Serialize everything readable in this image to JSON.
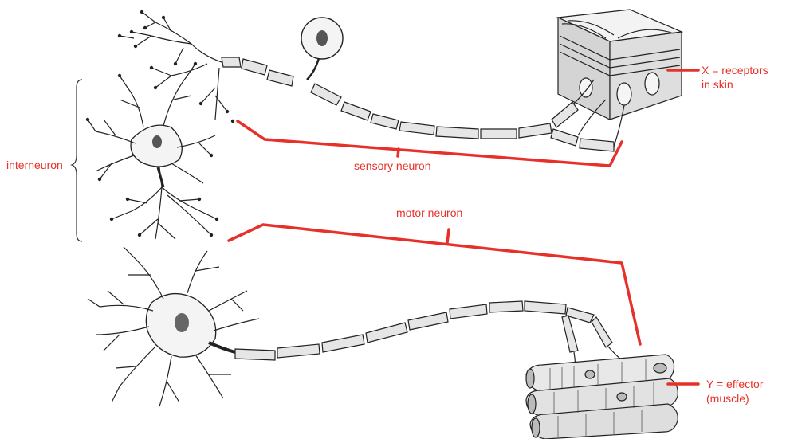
{
  "labels": {
    "interneuron": "interneuron",
    "sensory_neuron": "sensory neuron",
    "motor_neuron": "motor neuron",
    "receptors_line1": "X = receptors",
    "receptors_line2": "in skin",
    "effector_line1": "Y = effector",
    "effector_line2": "(muscle)"
  },
  "colors": {
    "label_red": "#e8302a",
    "line_red": "#e8302a",
    "drawing": "#222222",
    "myelin_fill": "#e6e6e6"
  }
}
